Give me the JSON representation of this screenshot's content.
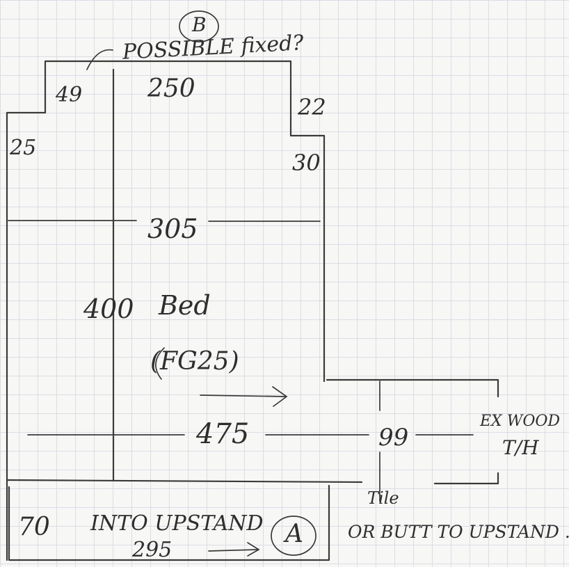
{
  "sheet": {
    "note_possible_fixed": "POSSIBLE fixed?",
    "marker_b": "B",
    "marker_a": "A",
    "dim_49": "49",
    "dim_250": "250",
    "dim_22": "22",
    "dim_25": "25",
    "dim_30": "30",
    "dim_305": "305",
    "dim_400": "400",
    "bed_label": "Bed",
    "fg_label": "(FG25)",
    "dim_475": "475",
    "dim_99": "99",
    "ex_wood_line1": "EX WOOD",
    "ex_wood_line2": "T/H",
    "dim_70": "70",
    "into_upstand": "INTO UPSTAND",
    "dim_295": "295",
    "tile_note": "Tile",
    "butt_note": "OR BUTT TO UPSTAND ."
  },
  "colors": {
    "ink": "#3a3a3a",
    "grid": "#d9dde4",
    "paper": "#f7f7f5"
  }
}
